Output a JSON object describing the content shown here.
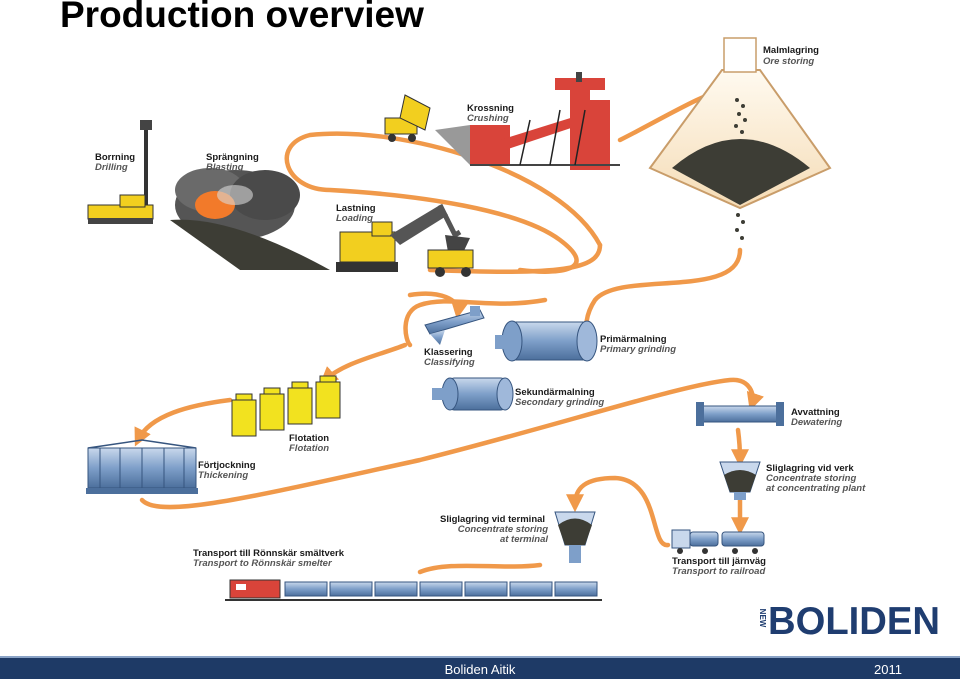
{
  "title": "Production overview",
  "steps": [
    {
      "sv": "Malmlagring",
      "en": "Ore storing"
    },
    {
      "sv": "Krossning",
      "en": "Crushing"
    },
    {
      "sv": "Borrning",
      "en": "Drilling"
    },
    {
      "sv": "Sprängning",
      "en": "Blasting"
    },
    {
      "sv": "Lastning",
      "en": "Loading"
    },
    {
      "sv": "Primärmalning",
      "en": "Primary grinding"
    },
    {
      "sv": "Klassering",
      "en": "Classifying"
    },
    {
      "sv": "Sekundärmalning",
      "en": "Secondary grinding"
    },
    {
      "sv": "Avvattning",
      "en": "Dewatering"
    },
    {
      "sv": "Flotation",
      "en": "Flotation"
    },
    {
      "sv": "Förtjockning",
      "en": "Thickening"
    },
    {
      "sv": "Sliglagring vid verk",
      "en": "Concentrate storing",
      "en2": "at concentrating plant"
    },
    {
      "sv": "Sliglagring vid terminal",
      "en": "Concentrate storing",
      "en2": "at terminal"
    },
    {
      "sv": "Transport till Rönnskär smältverk",
      "en": "Transport to Rönnskär smelter"
    },
    {
      "sv": "Transport till järnväg",
      "en": "Transport to railroad"
    }
  ],
  "logo": {
    "prefix": "NEW",
    "text": "BOLIDEN"
  },
  "footer": {
    "center": "Boliden Aitik",
    "year": "2011"
  },
  "colors": {
    "flow": "#f0994a",
    "footer": "#1e3a66",
    "logo": "#1f3d70",
    "equipment_yellow": "#f2cf1f",
    "equipment_blue": "#7e9fc9"
  }
}
